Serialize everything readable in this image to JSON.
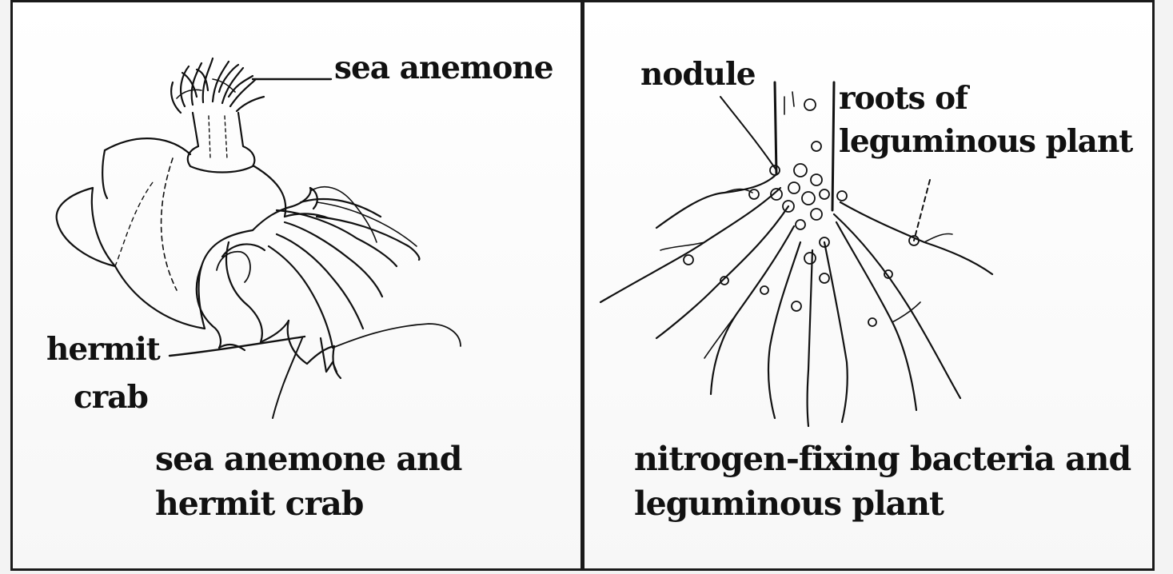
{
  "left_panel": {
    "labels": {
      "sea_anemone": "sea anemone",
      "hermit_crab_line1": "hermit",
      "hermit_crab_line2": "crab"
    },
    "caption": {
      "line1": "sea anemone and",
      "line2": "hermit crab"
    }
  },
  "right_panel": {
    "labels": {
      "nodule": "nodule",
      "roots_line1": "roots of",
      "roots_line2": "leguminous plant"
    },
    "caption": {
      "line1": "nitrogen-fixing bacteria and",
      "line2": "leguminous plant"
    }
  },
  "colors": {
    "ink": "#111111",
    "border": "#1a1a1a",
    "background": "#ffffff"
  }
}
